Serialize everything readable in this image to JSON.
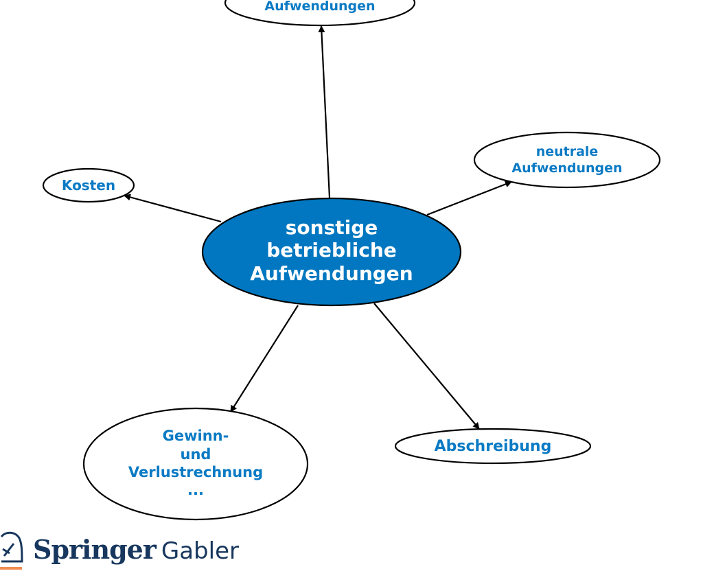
{
  "diagram": {
    "center": {
      "lines": [
        "sonstige",
        "betriebliche",
        "Aufwendungen"
      ],
      "fill": "#0077c0"
    },
    "nodes": {
      "top": {
        "lines": [
          "Aufwendungen"
        ]
      },
      "kosten": {
        "lines": [
          "Kosten"
        ]
      },
      "neutrale": {
        "lines": [
          "neutrale",
          "Aufwendungen"
        ]
      },
      "guv": {
        "lines": [
          "Gewinn-",
          "und",
          "Verlustrechnung",
          "..."
        ]
      },
      "abschreibung": {
        "lines": [
          "Abschreibung"
        ]
      }
    },
    "text_color": "#0a7ac4"
  },
  "logo": {
    "brand": "Springer",
    "imprint": "Gabler",
    "color": "#17375e",
    "accent": "#f08c50"
  }
}
